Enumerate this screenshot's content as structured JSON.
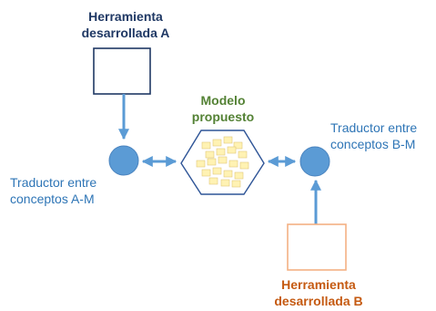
{
  "tool_a": {
    "label_line1": "Herramienta",
    "label_line2": "desarrollada A",
    "color": "#1f3864"
  },
  "tool_b": {
    "label_line1": "Herramienta",
    "label_line2": "desarrollada B",
    "color": "#c55a11",
    "box_border_color": "#f4b183"
  },
  "model": {
    "label_line1": "Modelo",
    "label_line2": "propuesto",
    "color": "#548235",
    "icon": "sticky-notes-cluster-icon"
  },
  "translator_am": {
    "label_line1": "Traductor entre",
    "label_line2": "conceptos A-M"
  },
  "translator_bm": {
    "label_line1": "Traductor entre",
    "label_line2": "conceptos B-M"
  },
  "colors": {
    "node_fill": "#5b9bd5",
    "arrow": "#5b9bd5",
    "translator_text": "#2e75b6",
    "hexagon_border": "#2f5597",
    "note_fill": "#fff2b3",
    "note_border": "#e0c87a"
  }
}
